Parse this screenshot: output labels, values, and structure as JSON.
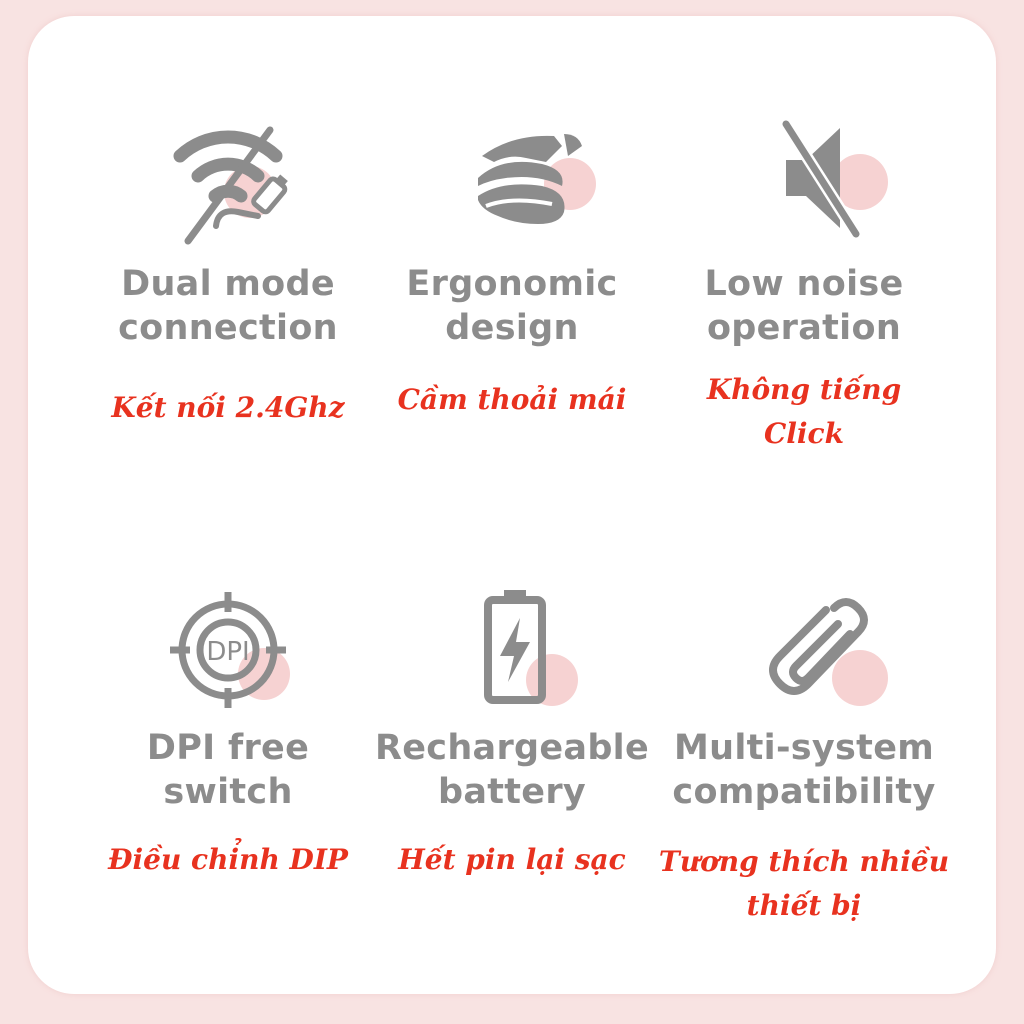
{
  "features": [
    {
      "icon": "wireless-cable-icon",
      "title_lines": [
        "Dual mode",
        "connection"
      ],
      "subtitle_lines": [
        "Kết nối 2.4Ghz"
      ]
    },
    {
      "icon": "hand-mouse-icon",
      "title_lines": [
        "Ergonomic",
        "design"
      ],
      "subtitle_lines": [
        "Cầm thoải mái"
      ]
    },
    {
      "icon": "mute-speaker-icon",
      "title_lines": [
        "Low noise",
        "operation"
      ],
      "subtitle_lines": [
        "Không tiếng",
        "Click"
      ]
    },
    {
      "icon": "dpi-target-icon",
      "icon_text": "DPI",
      "title_lines": [
        "DPI free",
        "switch"
      ],
      "subtitle_lines": [
        "Điều chỉnh DIP"
      ]
    },
    {
      "icon": "battery-charging-icon",
      "title_lines": [
        "Rechargeable",
        "battery"
      ],
      "subtitle_lines": [
        "Hết pin lại sạc"
      ]
    },
    {
      "icon": "paperclip-icon",
      "title_lines": [
        "Multi-system",
        "compatibility"
      ],
      "subtitle_lines": [
        "Tương thích nhiều",
        "thiết bị"
      ]
    }
  ],
  "colors": {
    "background": "#f8e3e2",
    "card": "#ffffff",
    "icon": "#8c8c8c",
    "icon_accent": "#f6d2d2",
    "title": "#8c8c8c",
    "subtitle": "#e8321f"
  }
}
